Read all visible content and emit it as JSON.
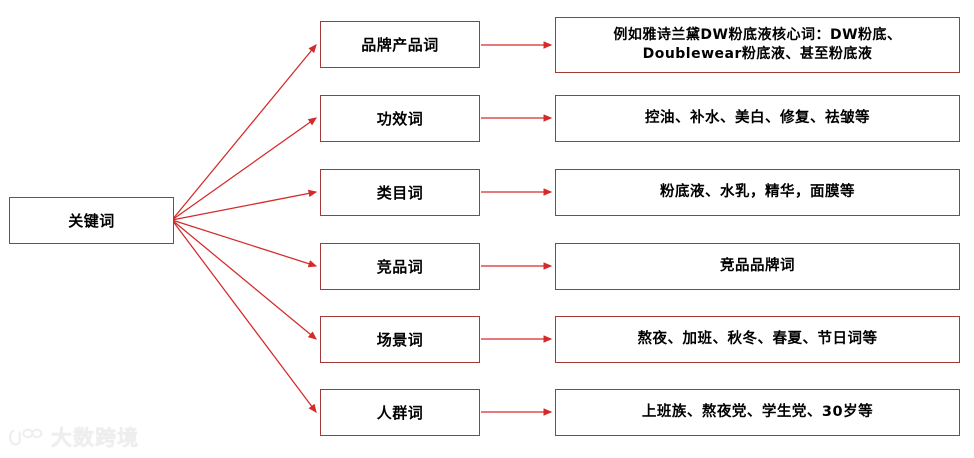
{
  "diagram": {
    "type": "mind-map",
    "accent_color": "#a33a3a",
    "arrow_color": "#d42a2a",
    "background": "#ffffff",
    "root": {
      "label": "关键词"
    },
    "branches": [
      {
        "category": "品牌产品词",
        "detail_lines": [
          "例如雅诗兰黛DW粉底液核心词：DW粉底、",
          "Doublewear粉底液、甚至粉底液"
        ]
      },
      {
        "category": "功效词",
        "detail_lines": [
          "控油、补水、美白、修复、祛皱等"
        ]
      },
      {
        "category": "类目词",
        "detail_lines": [
          "粉底液、水乳，精华，面膜等"
        ]
      },
      {
        "category": "竞品词",
        "detail_lines": [
          "竞品品牌词"
        ]
      },
      {
        "category": "场景词",
        "detail_lines": [
          "熬夜、加班、秋冬、春夏、节日词等"
        ]
      },
      {
        "category": "人群词",
        "detail_lines": [
          "上班族、熬夜党、学生党、30岁等"
        ]
      }
    ]
  },
  "watermark": {
    "text": "大数跨境",
    "icon": "logo-icon"
  }
}
